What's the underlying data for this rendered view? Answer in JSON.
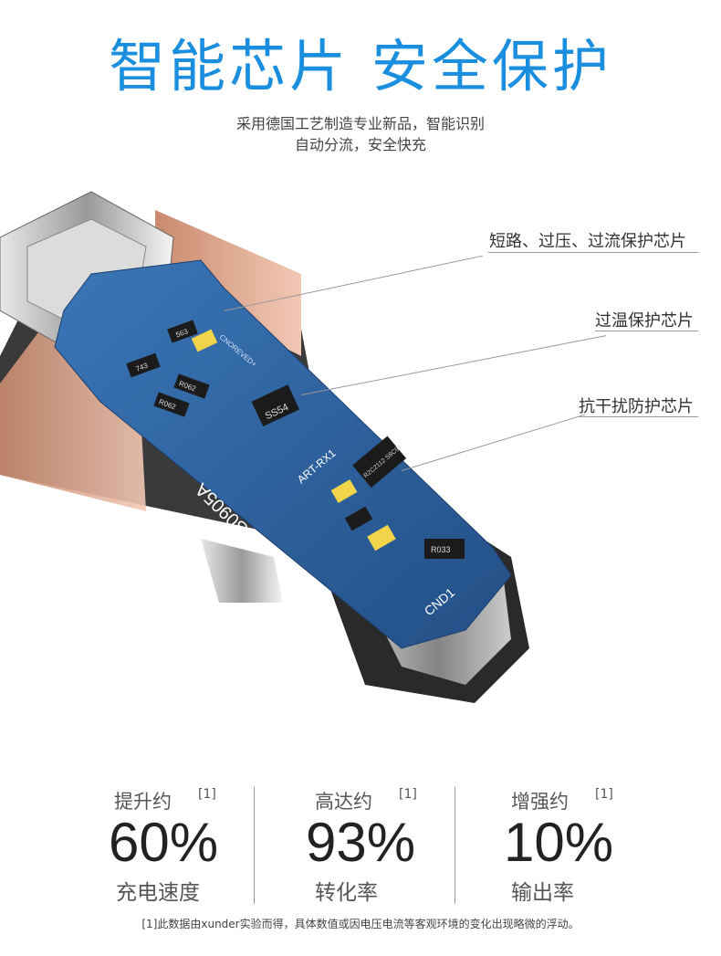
{
  "header": {
    "title": "智能芯片 安全保护",
    "subtitle_line1": "采用德国工艺制造专业新品，智能识别",
    "subtitle_line2": "自动分流，安全快充"
  },
  "callouts": [
    {
      "label": "短路、过压、过流保护芯片"
    },
    {
      "label": "过温保护芯片"
    },
    {
      "label": "抗干扰防护芯片"
    }
  ],
  "pcb_labels": {
    "model": "NS0905A",
    "ic": "ART-RX1",
    "diode": "SS54",
    "ground": "CND1",
    "resistor": "R033",
    "r062a": "R062",
    "r062b": "R062",
    "r743": "743",
    "r563": "563",
    "chip": "R2C2112 S8C91",
    "silk": "CNOREVED+"
  },
  "stats": [
    {
      "prefix": "提升约",
      "ref": "[1]",
      "value": "60%",
      "label": "充电速度"
    },
    {
      "prefix": "高达约",
      "ref": "[1]",
      "value": "93%",
      "label": "转化率"
    },
    {
      "prefix": "增强约",
      "ref": "[1]",
      "value": "10%",
      "label": "输出率"
    }
  ],
  "footnote": "[1]此数据由xunder实验而得，具体数值或因电压电流等客观环境的变化出现略微的浮动。",
  "colors": {
    "accent": "#1a8fe0",
    "pcb": "#2d5f9a"
  }
}
